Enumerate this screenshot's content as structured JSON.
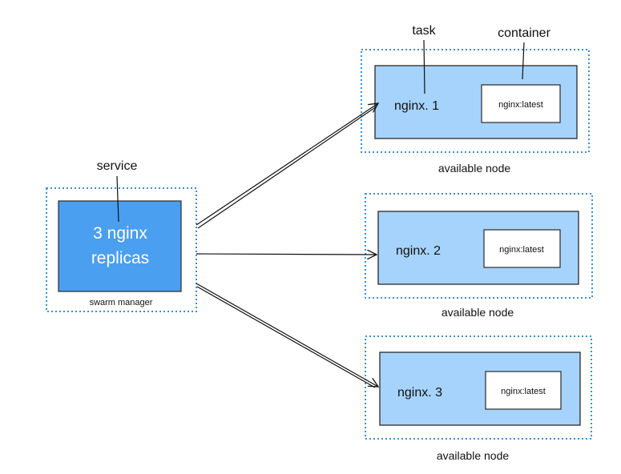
{
  "diagram": {
    "manager": {
      "label": "swarm manager",
      "service_label": "service",
      "service_text_line1": "3 nginx",
      "service_text_line2": "replicas"
    },
    "annotations": {
      "task_label": "task",
      "container_label": "container"
    },
    "nodes": [
      {
        "node_label": "available node",
        "task": "nginx. 1",
        "container": "nginx:latest"
      },
      {
        "node_label": "available node",
        "task": "nginx. 2",
        "container": "nginx:latest"
      },
      {
        "node_label": "available node",
        "task": "nginx. 3",
        "container": "nginx:latest"
      }
    ],
    "colors": {
      "service_fill": "#4a9ff0",
      "task_fill": "#a6d3fb",
      "dotted_border": "#3a8fd4",
      "container_fill": "#ffffff",
      "ink": "#111111"
    }
  }
}
